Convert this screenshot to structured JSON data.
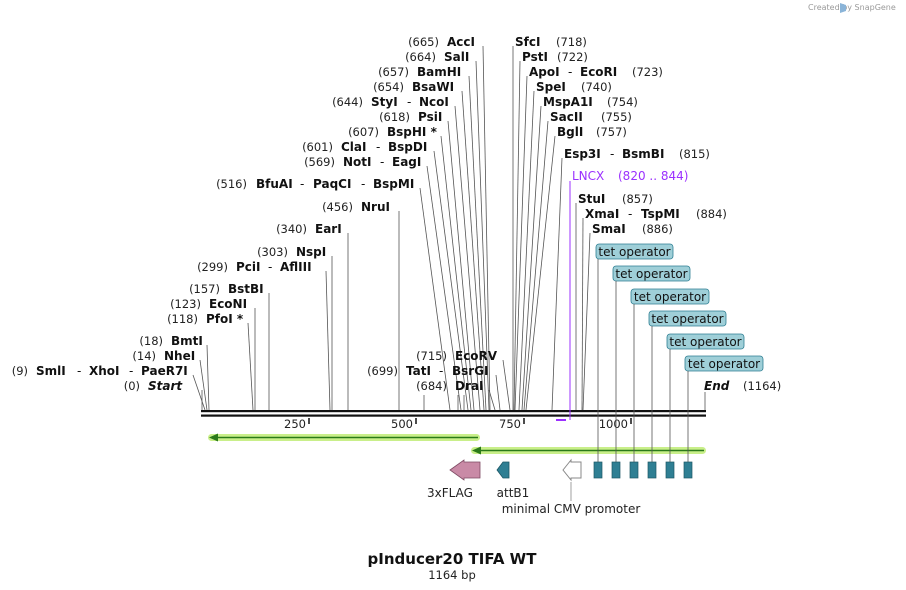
{
  "watermark": "Created by SnapGene",
  "plasmid": {
    "name": "pInducer20 TIFA WT",
    "length_label": "1164 bp",
    "length": 1164
  },
  "ruler": {
    "ticks": [
      "250",
      "500",
      "750",
      "1000"
    ]
  },
  "sites_right": [
    {
      "name": "SfcI",
      "pos": "(718)"
    },
    {
      "name": "PstI",
      "pos": "(722)"
    },
    {
      "name": "ApoI",
      "name2": "EcoRI",
      "pos": "(723)"
    },
    {
      "name": "SpeI",
      "pos": "(740)"
    },
    {
      "name": "MspA1I",
      "pos": "(754)"
    },
    {
      "name": "SacII",
      "pos": "(755)"
    },
    {
      "name": "BglI",
      "pos": "(757)"
    },
    {
      "name": "Esp3I",
      "name2": "BsmBI",
      "pos": "(815)"
    },
    {
      "name": "StuI",
      "pos": "(857)"
    },
    {
      "name": "XmaI",
      "name2": "TspMI",
      "pos": "(884)"
    },
    {
      "name": "SmaI",
      "pos": "(886)"
    }
  ],
  "sites_left": [
    {
      "name": "AccI",
      "pos": "(665)"
    },
    {
      "name": "SalI",
      "pos": "(664)"
    },
    {
      "name": "BamHI",
      "pos": "(657)"
    },
    {
      "name": "BsaWI",
      "pos": "(654)"
    },
    {
      "name": "StyI",
      "name2": "NcoI",
      "pos": "(644)"
    },
    {
      "name": "PsiI",
      "pos": "(618)"
    },
    {
      "name": "BspHI *",
      "pos": "(607)"
    },
    {
      "name": "ClaI",
      "name2": "BspDI",
      "pos": "(601)"
    },
    {
      "name": "NotI",
      "name2": "EagI",
      "pos": "(569)"
    },
    {
      "name": "BfuAI",
      "name2": "PaqCI",
      "name3": "BspMI",
      "pos": "(516)"
    },
    {
      "name": "NruI",
      "pos": "(456)"
    },
    {
      "name": "EarI",
      "pos": "(340)"
    },
    {
      "name": "NspI",
      "pos": "(303)"
    },
    {
      "name": "PciI",
      "name2": "AflIII",
      "pos": "(299)"
    },
    {
      "name": "BstBI",
      "pos": "(157)"
    },
    {
      "name": "EcoNI",
      "pos": "(123)"
    },
    {
      "name": "PfoI *",
      "pos": "(118)"
    },
    {
      "name": "BmtI",
      "pos": "(18)"
    },
    {
      "name": "NheI",
      "pos": "(14)"
    },
    {
      "name": "SmlI",
      "name2": "XhoI",
      "name3": "PaeR7I",
      "pos": "(9)"
    }
  ],
  "sites_bottom": [
    {
      "name": "EcoRV",
      "pos": "(715)"
    },
    {
      "name": "TatI",
      "name2": "BsrGI",
      "pos": "(699)"
    },
    {
      "name": "DraI",
      "pos": "(684)"
    }
  ],
  "start": {
    "name": "Start",
    "pos": "(0)"
  },
  "end": {
    "name": "End",
    "pos": "(1164)"
  },
  "primer": {
    "name": "LNCX",
    "range": "(820 .. 844)"
  },
  "operators": [
    "tet operator",
    "tet operator",
    "tet operator",
    "tet operator",
    "tet operator",
    "tet operator"
  ],
  "features": {
    "flag": "3xFLAG",
    "attb1": "attB1",
    "cmv": "minimal CMV promoter"
  },
  "colors": {
    "flag": "#c98aa6",
    "attb1": "#2f7f93",
    "operator_box": "#2f7f93",
    "operator_label_bg": "#9fcfd8",
    "primer": "#9b30ff",
    "orf_arrow": "#2b7a1a",
    "orf_glow": "#c9ef8a"
  }
}
